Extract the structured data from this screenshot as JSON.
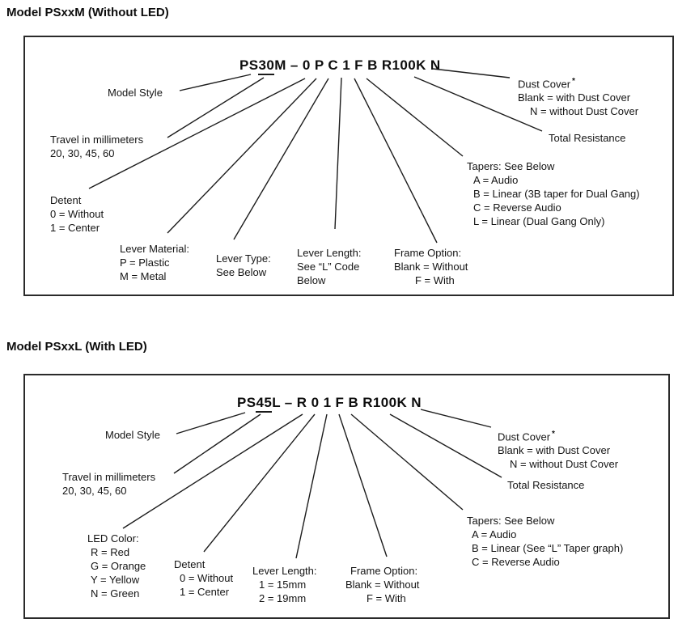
{
  "page": {
    "title1": "Model PSxxM (Without LED)",
    "title2": "Model PSxxL (With LED)"
  },
  "diagram1": {
    "part_number": {
      "prefix": "PS",
      "travel_code": "30",
      "style_code": "M",
      "rest": " – 0 P C 1 F B R100K N"
    },
    "callouts": {
      "model_style": {
        "l1": "Model Style"
      },
      "travel": {
        "l1": "Travel in millimeters",
        "l2": "20, 30, 45, 60"
      },
      "detent": {
        "l1": "Detent",
        "l2": "0 = Without",
        "l3": "1 = Center"
      },
      "lever_material": {
        "l1": "Lever Material:",
        "l2": "P = Plastic",
        "l3": "M = Metal"
      },
      "lever_type": {
        "l1": "Lever Type:",
        "l2": "See Below"
      },
      "lever_length": {
        "l1": "Lever Length:",
        "l2": "See “L” Code",
        "l3": "Below"
      },
      "frame_option": {
        "l1": "Frame Option:",
        "l2": "Blank = Without",
        "l3": "F = With"
      },
      "tapers": {
        "l1": "Tapers: See Below",
        "l2": "A = Audio",
        "l3": "B = Linear (3B taper for Dual Gang)",
        "l4": "C = Reverse Audio",
        "l5": "L = Linear (Dual Gang Only)"
      },
      "total_resistance": {
        "l1": "Total Resistance"
      },
      "dust_cover": {
        "l1": "Dust Cover",
        "sup": "*",
        "l2": "Blank = with Dust Cover",
        "l3": "N = without Dust Cover"
      }
    }
  },
  "diagram2": {
    "part_number": {
      "prefix": "PS",
      "travel_code": "45",
      "style_code": "L",
      "rest": " – R 0 1 F B R100K N"
    },
    "callouts": {
      "model_style": {
        "l1": "Model Style"
      },
      "travel": {
        "l1": "Travel in millimeters",
        "l2": "20, 30, 45, 60"
      },
      "led_color": {
        "l1": "LED Color:",
        "l2": "R = Red",
        "l3": "G = Orange",
        "l4": "Y = Yellow",
        "l5": "N = Green"
      },
      "detent": {
        "l1": "Detent",
        "l2": "0 = Without",
        "l3": "1 = Center"
      },
      "lever_length": {
        "l1": "Lever Length:",
        "l2": "1 = 15mm",
        "l3": "2 = 19mm"
      },
      "frame_option": {
        "l1": "Frame Option:",
        "l2": "Blank = Without",
        "l3": "F = With"
      },
      "tapers": {
        "l1": "Tapers: See Below",
        "l2": "A = Audio",
        "l3": "B = Linear (See “L” Taper graph)",
        "l4": "C = Reverse Audio"
      },
      "total_resistance": {
        "l1": "Total Resistance"
      },
      "dust_cover": {
        "l1": "Dust Cover",
        "sup": "*",
        "l2": "Blank = with Dust Cover",
        "l3": "N = without Dust Cover"
      }
    }
  }
}
